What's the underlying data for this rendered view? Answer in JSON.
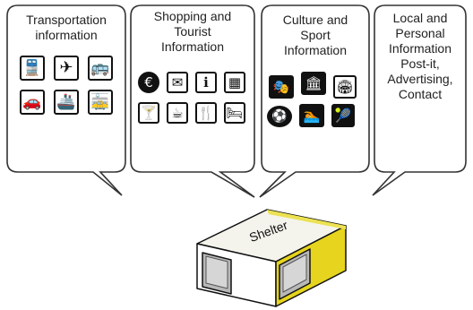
{
  "bubbles": [
    {
      "title": "Transportation\ninformation",
      "icons": [
        {
          "name": "train-icon",
          "glyph": "🚆"
        },
        {
          "name": "airplane-icon",
          "glyph": "✈"
        },
        {
          "name": "bus-icon",
          "glyph": "🚌"
        },
        {
          "name": "car-icon",
          "glyph": "🚗"
        },
        {
          "name": "ship-icon",
          "glyph": "🚢"
        },
        {
          "name": "tram-icon",
          "glyph": "🚋"
        }
      ]
    },
    {
      "title": "Shopping and\nTourist\nInformation",
      "icons": [
        {
          "name": "euro-icon",
          "glyph": "€"
        },
        {
          "name": "mail-icon",
          "glyph": "✉"
        },
        {
          "name": "tourist-office-icon",
          "glyph": "ℹ"
        },
        {
          "name": "shop-icon",
          "glyph": "▦"
        },
        {
          "name": "bar-icon",
          "glyph": "🍸"
        },
        {
          "name": "cafe-icon",
          "glyph": "☕"
        },
        {
          "name": "restaurant-icon",
          "glyph": "🍴"
        },
        {
          "name": "hotel-icon",
          "glyph": "🛏"
        }
      ]
    },
    {
      "title": "Culture and\nSport\nInformation",
      "icons": [
        {
          "name": "theatre-icon",
          "glyph": "🎭"
        },
        {
          "name": "monument-icon",
          "glyph": "🏛"
        },
        {
          "name": "museum-icon",
          "glyph": "🏟"
        },
        {
          "name": "stadium-icon",
          "glyph": "⚽"
        },
        {
          "name": "swimming-icon",
          "glyph": "🏊"
        },
        {
          "name": "tennis-icon",
          "glyph": "🎾"
        }
      ]
    },
    {
      "title": "Local and\nPersonal\nInformation\nPost-it,\nAdvertising,\nContact",
      "icons": []
    }
  ],
  "shelter": {
    "label": "Shelter",
    "colors": {
      "front": "#ffffff",
      "top": "#f4f4ec",
      "side": "#e6d41e",
      "end": "#ece252",
      "window": "#b8b8b8",
      "outline": "#111111"
    }
  }
}
